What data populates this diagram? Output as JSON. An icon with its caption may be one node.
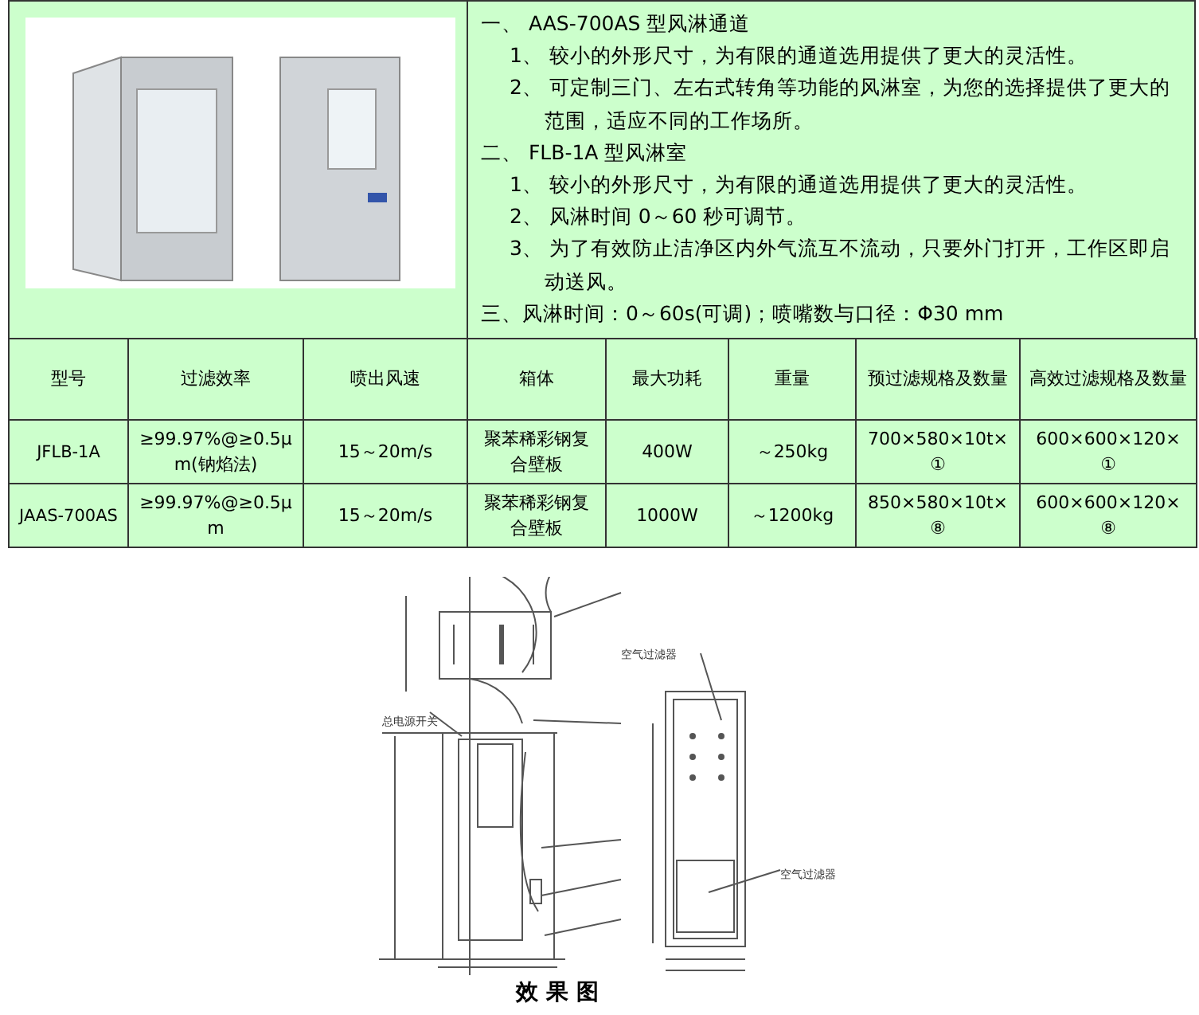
{
  "diagram": {
    "caption": "效 果 图",
    "labels": [
      "一、 AAS-700AS 型风淋通道",
      "1、 较小的外形尺寸，为有限的通道选用提供了更大的灵活性。",
      "2、 可定制三门、左右式转角等功能的风淋室，为您的选择提供了更大的范围，适应不同的工作场所。",
      "二、 FLB-1A 型风淋室",
      "1、 较小的外形尺寸，为有限的通道选用提供了更大的灵活性。",
      "2、 风淋时间 0～60 秒可调节。",
      "3、 为了有效防止洁净区内外气流互不流动，只要外门打开，工作区即启动送风。",
      "三、风淋时间：0～60s(可调)；喷嘴数与口径：Φ30 mm",
      "型号",
      "过滤效率",
      "喷出风速",
      "箱体",
      "最大功耗",
      "重量",
      "预过滤规格及数量",
      "高效过滤规格及数量",
      "JFLB-1A",
      "≥99.97%@≥0.5μm(钠焰法)",
      "15～20m/s",
      "聚苯稀彩钢复合壁板",
      "400W",
      "～250kg",
      "700×580×10t×①",
      "600×600×120×①",
      "JAAS-700AS",
      "≥99.97%@≥0.5μm",
      "15～20m/s",
      "聚苯稀彩钢复合壁板",
      "1000W",
      "～1200kg",
      "850×580×10t×⑧",
      "600×600×120×⑧",
      "空气过滤器",
      "总电源开关",
      "空气过滤器"
    ]
  }
}
